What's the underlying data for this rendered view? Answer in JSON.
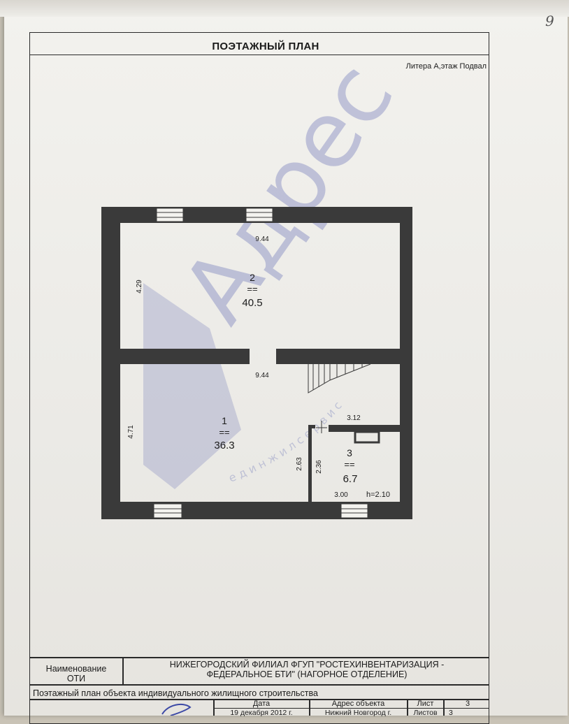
{
  "page_number": "9",
  "header": {
    "title": "ПОЭТАЖНЫЙ ПЛАН",
    "subtitle": "Литера А,этаж Подвал"
  },
  "watermark": {
    "logo_text": "Адрес",
    "arc_text": "е д и н ж и л с е р в и с"
  },
  "rooms": [
    {
      "number": "2",
      "separator": "==",
      "area": "40.5"
    },
    {
      "number": "1",
      "separator": "==",
      "area": "36.3"
    },
    {
      "number": "3",
      "separator": "==",
      "area": "6.7"
    }
  ],
  "dimensions": {
    "room2_width": "9.44",
    "room2_height": "4.29",
    "room1_width": "9.44",
    "room1_height": "4.71",
    "room3_width_top": "3.12",
    "room3_width_bottom": "3.00",
    "room3_height_outer": "2.63",
    "room3_height_inner": "2.36",
    "ceiling_height": "h=2.10"
  },
  "title_block": {
    "name_label": "Наименование ОТИ",
    "name_label_line1": "Наименование",
    "name_label_line2": "ОТИ",
    "organization_line1": "НИЖЕГОРОДСКИЙ ФИЛИАЛ ФГУП \"РОСТЕХИНВЕНТАРИЗАЦИЯ -",
    "organization_line2": "ФЕДЕРАЛЬНОЕ БТИ\" (НАГОРНОЕ ОТДЕЛЕНИЕ)",
    "object_description": "Поэтажный план объекта индивидуального жилищного строительства",
    "date_label": "Дата",
    "date_value": "19 декабря 2012 г.",
    "address_label": "Адрес объекта",
    "address_value": "Нижний Новгород г.",
    "sheet_label": "Лист",
    "sheet_value": "3",
    "sheets_label": "Листов",
    "sheets_value": "3"
  },
  "colors": {
    "wall": "#3a3a3a",
    "watermark": "#3c49a6"
  }
}
